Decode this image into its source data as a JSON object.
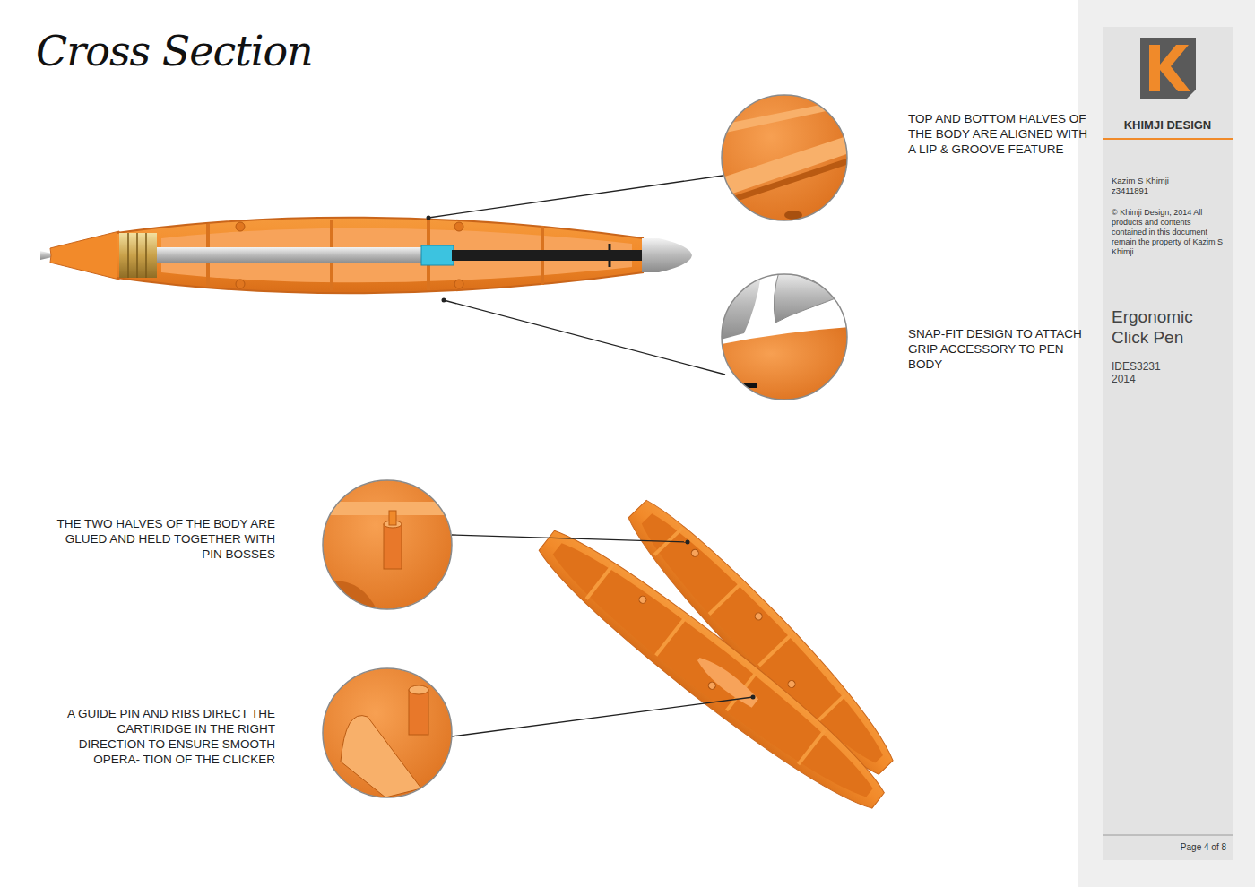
{
  "diagram": {
    "title": "Cross Section",
    "nodes": [
      {
        "text": [
          "KHIMJI DESIGN",
          "Kazim S Khimji z3411891",
          "© Khimji Design, 2014 All products and contents contained in this document remain the property of Kazim S Khimji.",
          "Ergonomic Click Pen",
          "IDES3231 2014",
          "Page 4 of 8"
        ]
      }
    ],
    "labels": [
      "TOP AND BOTTOM HALVES OF THE BODY ARE ALIGNED WITH A LIP & GROOVE FEATURE",
      "SNAP-FIT DESIGN TO ATTACH GRIP ACCESSORY TO PEN BODY",
      "THE TWO HALVES OF THE BODY ARE GLUED AND HELD TOGETHER WITH PIN BOSSES",
      "A GUIDE PIN AND RIBS DIRECT THE CARTIRIDGE IN THE RIGHT DIRECTION TO ENSURE SMOOTH OPERA- TION OF THE CLICKER"
    ]
  }
}
